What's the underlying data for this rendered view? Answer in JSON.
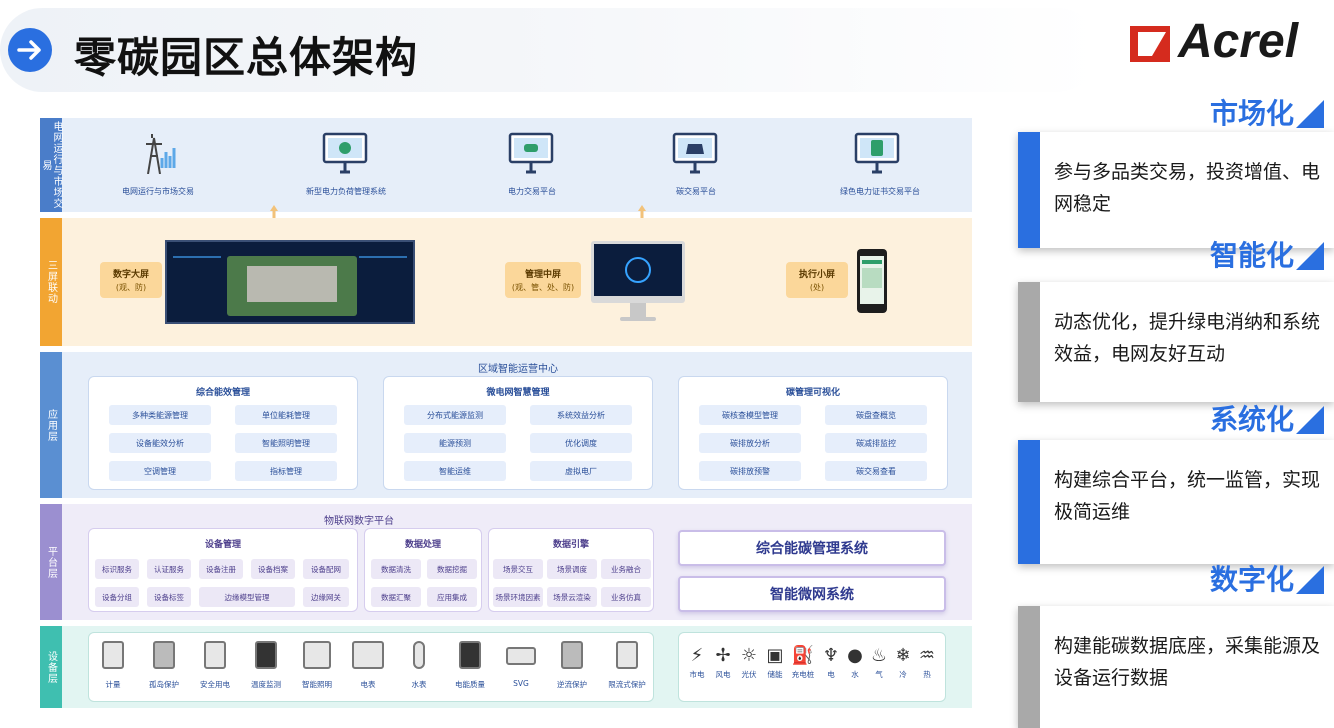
{
  "header": {
    "title": "零碳园区总体架构",
    "logo": "Acrel"
  },
  "layers": {
    "grid": {
      "label": "电网运行与市场交易",
      "items": [
        "电网运行与市场交易",
        "新型电力负荷管理系统",
        "电力交易平台",
        "碳交易平台",
        "绿色电力证书交易平台"
      ]
    },
    "screens": {
      "label": "三屏联动",
      "big": {
        "name": "数字大屏",
        "sub": "(观、防)"
      },
      "mid": {
        "name": "管理中屏",
        "sub": "(观、管、处、防)"
      },
      "small": {
        "name": "执行小屏",
        "sub": "(处)"
      }
    },
    "app": {
      "label": "应用层",
      "title": "区域智能运营中心",
      "cards": [
        {
          "title": "综合能效管理",
          "items": [
            "多种类能源管理",
            "单位能耗管理",
            "设备能效分析",
            "智能照明管理",
            "空调管理",
            "指标管理"
          ]
        },
        {
          "title": "微电网智慧管理",
          "items": [
            "分布式能源监测",
            "系统效益分析",
            "能源预测",
            "优化调度",
            "智能运维",
            "虚拟电厂"
          ]
        },
        {
          "title": "碳管理可视化",
          "items": [
            "碳核查模型管理",
            "碳盘查概览",
            "碳排放分析",
            "碳减排监控",
            "碳排放预警",
            "碳交易查看"
          ]
        }
      ]
    },
    "platform": {
      "label": "平台层",
      "title": "物联网数字平台",
      "groups": [
        {
          "title": "设备管理",
          "items": [
            "标识服务",
            "认证服务",
            "设备注册",
            "设备档案",
            "设备配网",
            "设备分组",
            "设备标签",
            "边缘模型管理",
            "边缘网关"
          ]
        },
        {
          "title": "数据处理",
          "items": [
            "数据清洗",
            "数据挖掘",
            "数据汇聚",
            "应用集成"
          ]
        },
        {
          "title": "数据引擎",
          "items": [
            "场景交互",
            "场景调度",
            "业务融合",
            "场景环境因素",
            "场景云渲染",
            "业务仿真"
          ]
        }
      ],
      "systems": [
        "综合能碳管理系统",
        "智能微网系统"
      ]
    },
    "device": {
      "label": "设备层",
      "devices": [
        "计量",
        "孤岛保护",
        "安全用电",
        "温度监测",
        "智能照明",
        "电表",
        "水表",
        "电能质量",
        "SVG",
        "逆流保护",
        "限流式保护"
      ],
      "energy": [
        "市电",
        "风电",
        "光伏",
        "储能",
        "充电桩",
        "电",
        "水",
        "气",
        "冷",
        "热"
      ],
      "energy_icons": [
        "pylon-icon",
        "wind-turbine-icon",
        "solar-icon",
        "battery-icon",
        "charger-icon",
        "power-tower-icon",
        "water-drop-icon",
        "gas-icon",
        "snowflake-icon",
        "heat-icon"
      ]
    }
  },
  "right": [
    {
      "heading": "市场化",
      "text": "参与多品类交易，投资增值、电网稳定",
      "bar": "#2a6fe0"
    },
    {
      "heading": "智能化",
      "text": "动态优化，提升绿电消纳和系统效益，电网友好互动",
      "bar": "#a9a9a9"
    },
    {
      "heading": "系统化",
      "text": "构建综合平台，统一监管，实现极简运维",
      "bar": "#2a6fe0"
    },
    {
      "heading": "数字化",
      "text": "构建能碳数据底座，采集能源及设备运行数据",
      "bar": "#a9a9a9"
    }
  ],
  "colors": {
    "accent": "#2a6fe0",
    "grid": "#4a7dc9",
    "screens": "#f2a532",
    "app": "#5a8fd2",
    "platform": "#9b8fd0",
    "device": "#3fbfb0"
  }
}
